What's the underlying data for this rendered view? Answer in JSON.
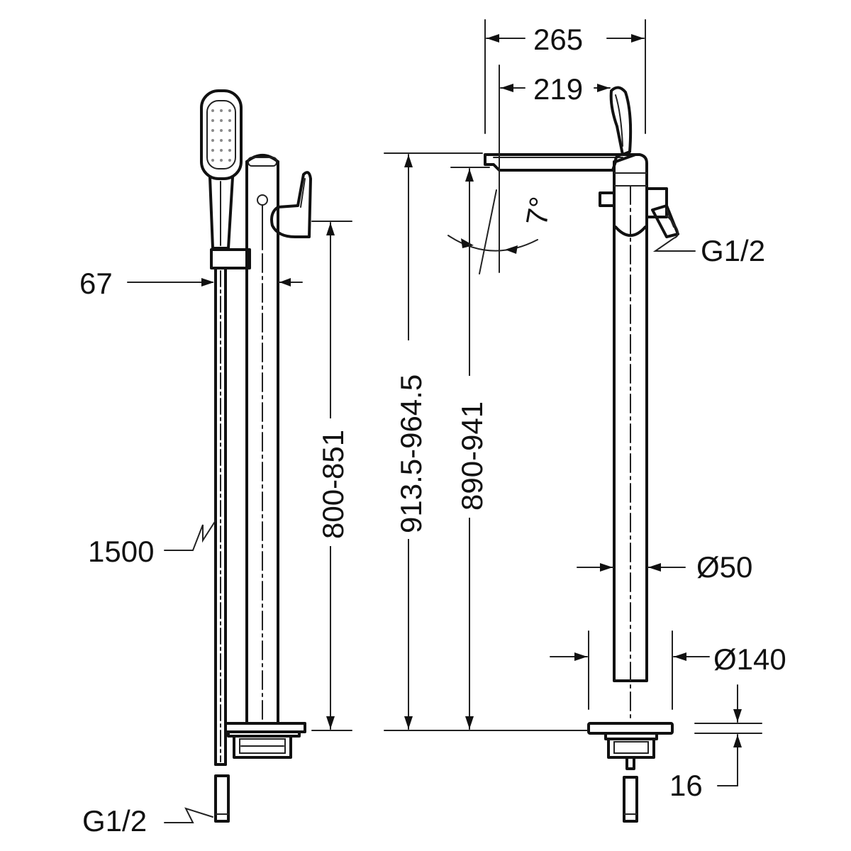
{
  "dimensions": {
    "width_outer": "265",
    "width_spout": "219",
    "height_overall": "913.5-964.5",
    "height_spout": "890-941",
    "height_handset": "800-851",
    "offset": "67",
    "hose_length": "1500",
    "inlet_left": "G1/2",
    "inlet_right": "G1/2",
    "column_diameter": "Ø50",
    "base_diameter": "Ø140",
    "base_thickness": "16",
    "angle": "7°"
  }
}
